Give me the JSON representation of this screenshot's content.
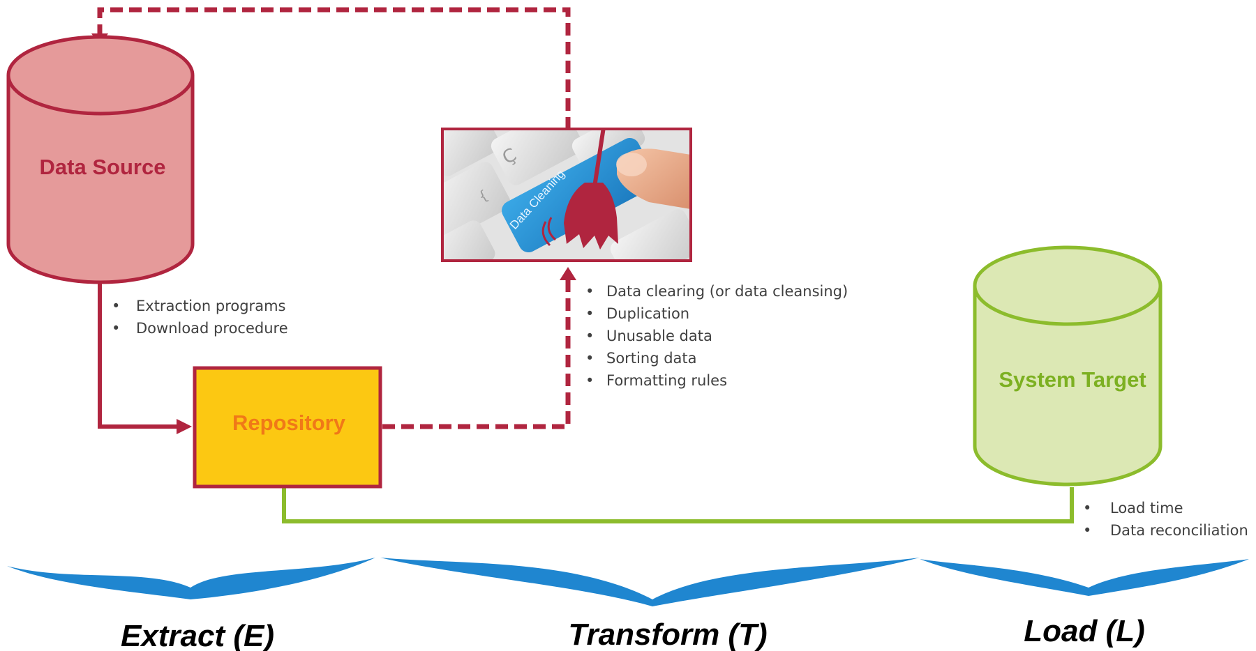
{
  "colors": {
    "source_stroke": "#b0253f",
    "source_fill": "#e59a9a",
    "source_text": "#b0253f",
    "repository_fill": "#fcc812",
    "repository_text": "#f07818",
    "target_stroke": "#8cbc2c",
    "target_fill": "#dce8b4",
    "target_text": "#7cb021",
    "bullet_text": "#404040",
    "wave": "#1f86d0"
  },
  "nodes": {
    "data_source": {
      "label": "Data Source"
    },
    "repository": {
      "label": "Repository"
    },
    "system_target": {
      "label": "System Target"
    },
    "cleaning_image": {
      "caption": "Data Cleaning"
    }
  },
  "bullets": {
    "extract": [
      "Extraction programs",
      "Download procedure"
    ],
    "transform": [
      "Data clearing (or data cleansing)",
      "Duplication",
      "Unusable data",
      "Sorting data",
      "Formatting rules"
    ],
    "load": [
      "Load time",
      "Data reconciliation"
    ]
  },
  "phases": {
    "extract": "Extract (E)",
    "transform": "Transform (T)",
    "load": "Load (L)"
  },
  "icons": {
    "wave": "wave-brace-icon",
    "broom": "broom-icon",
    "keyboard": "keyboard-photo"
  }
}
